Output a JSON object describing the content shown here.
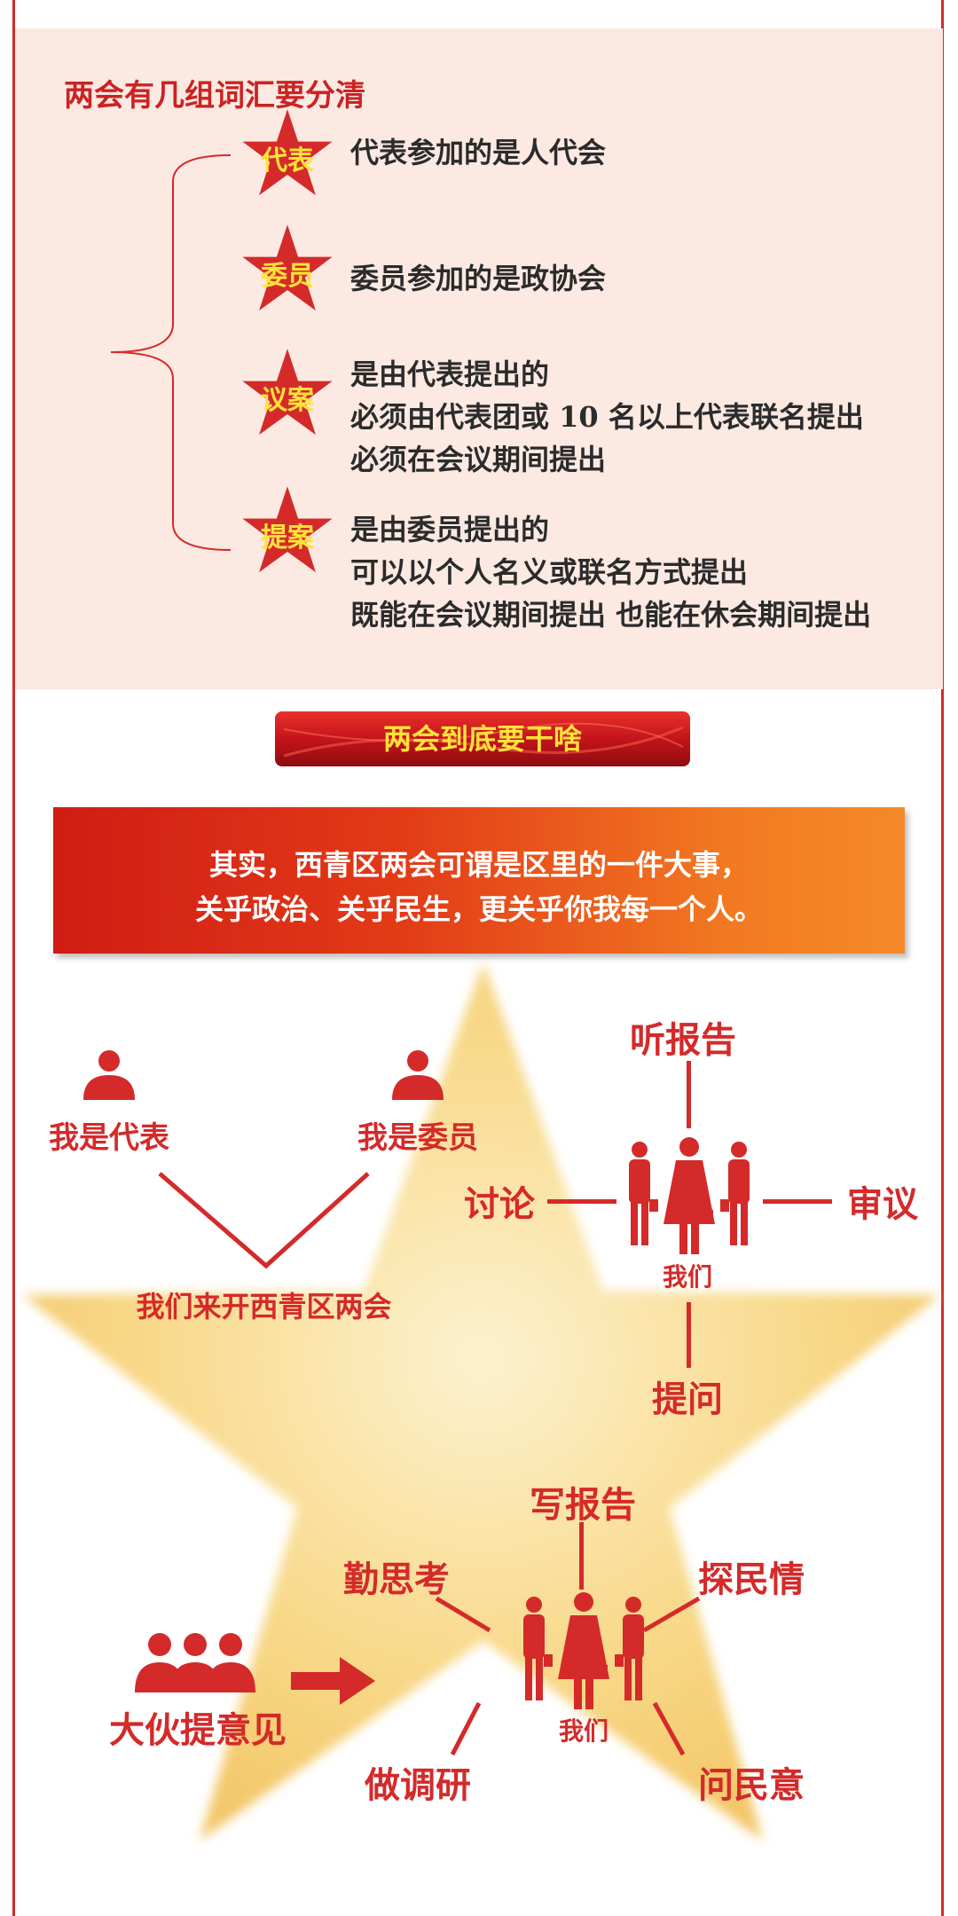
{
  "glossary": {
    "title": "两会有几组词汇要分清",
    "items": [
      {
        "term": "代表",
        "lines": [
          "代表参加的是人代会"
        ]
      },
      {
        "term": "委员",
        "lines": [
          "委员参加的是政协会"
        ]
      },
      {
        "term": "议案",
        "lines": [
          "是由代表提出的",
          "必须由代表团或 10 名以上代表联名提出",
          "必须在会议期间提出"
        ]
      },
      {
        "term": "提案",
        "lines": [
          "是由委员提出的",
          "可以以个人名义或联名方式提出",
          "既能在会议期间提出 也能在休会期间提出"
        ]
      }
    ]
  },
  "banner": {
    "label": "两会到底要干啥"
  },
  "intro": {
    "line1": "其实，西青区两会可谓是区里的一件大事，",
    "line2": "关乎政治、关乎民生，更关乎你我每一个人。"
  },
  "roles": {
    "rep": "我是代表",
    "member": "我是委员",
    "join": "我们来开西青区两会"
  },
  "meeting": {
    "top": "听报告",
    "left": "讨论",
    "right": "审议",
    "bottom": "提问",
    "center": "我们"
  },
  "work": {
    "top": "写报告",
    "upper_left": "勤思考",
    "upper_right": "探民情",
    "lower_left": "做调研",
    "lower_right": "问民意",
    "center": "我们",
    "group": "大伙提意见"
  },
  "colors": {
    "red": "#d42a2a",
    "yellow": "#ffe23a",
    "panel": "#fbe9e2",
    "star": "#f8d98a"
  }
}
